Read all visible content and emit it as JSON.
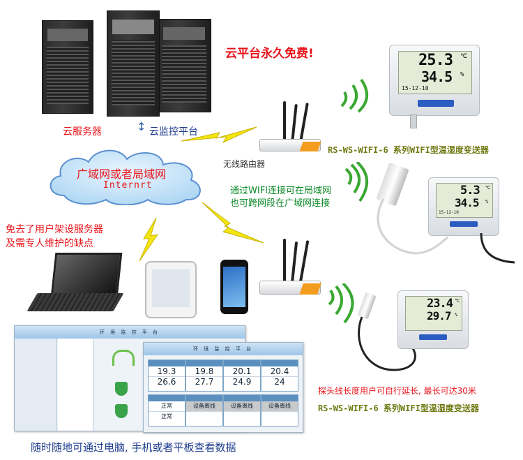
{
  "labels": {
    "cloud_free": "云平台永久免费!",
    "cloud_server": "云服务器",
    "cloud_monitor": "云监控平台",
    "cloud_title": "广域网或者局域网",
    "cloud_sub": "Internrt",
    "router_label": "无线路由器",
    "wifi_note_line1": "通过WIFI连接可在局域网",
    "wifi_note_line2": "也可跨网段在广域网连接",
    "free_note_line1": "免去了用户架设服务器",
    "free_note_line2": "及需专人维护的缺点",
    "model_label_1": "RS-WS-WIFI-6 系列WIFI型温湿度变送器",
    "probe_note": "探头线长度用户可自行延长, 最长可达30米",
    "model_label_2": "RS-WS-WIFI-6 系列WIFI型温湿度变送器",
    "bottom_caption": "随时随地可通过电脑, 手机或者平板查看数据"
  },
  "sensors": [
    {
      "temp": "25.3",
      "hum": "34.5",
      "temp_unit": "℃",
      "hum_unit": "%",
      "date": "15-12-10"
    },
    {
      "temp": "5.3",
      "hum": "34.5",
      "temp_unit": "℃",
      "hum_unit": "%",
      "date": "15-12-10"
    },
    {
      "temp": "23.4",
      "hum": "29.7",
      "temp_unit": "℃",
      "hum_unit": "%"
    }
  ],
  "dashboard": {
    "title_back": "环 境 监 控 平 台",
    "title_front": "环 境 监 控 平 台",
    "row1": [
      "19.3",
      "19.8",
      "20.1",
      "20.4"
    ],
    "row2": [
      "26.6",
      "27.7",
      "24.9",
      "24"
    ],
    "row3": [
      "正常",
      "设备离线",
      "设备离线",
      "设备离线"
    ],
    "row4": [
      "正常",
      "",
      "",
      ""
    ]
  },
  "colors": {
    "red": "#e8141b",
    "green": "#0e8a2a",
    "olive": "#6f7a12",
    "blue": "#1c3b8c",
    "lightning": "#f5e70e",
    "signal": "#3aa832"
  }
}
